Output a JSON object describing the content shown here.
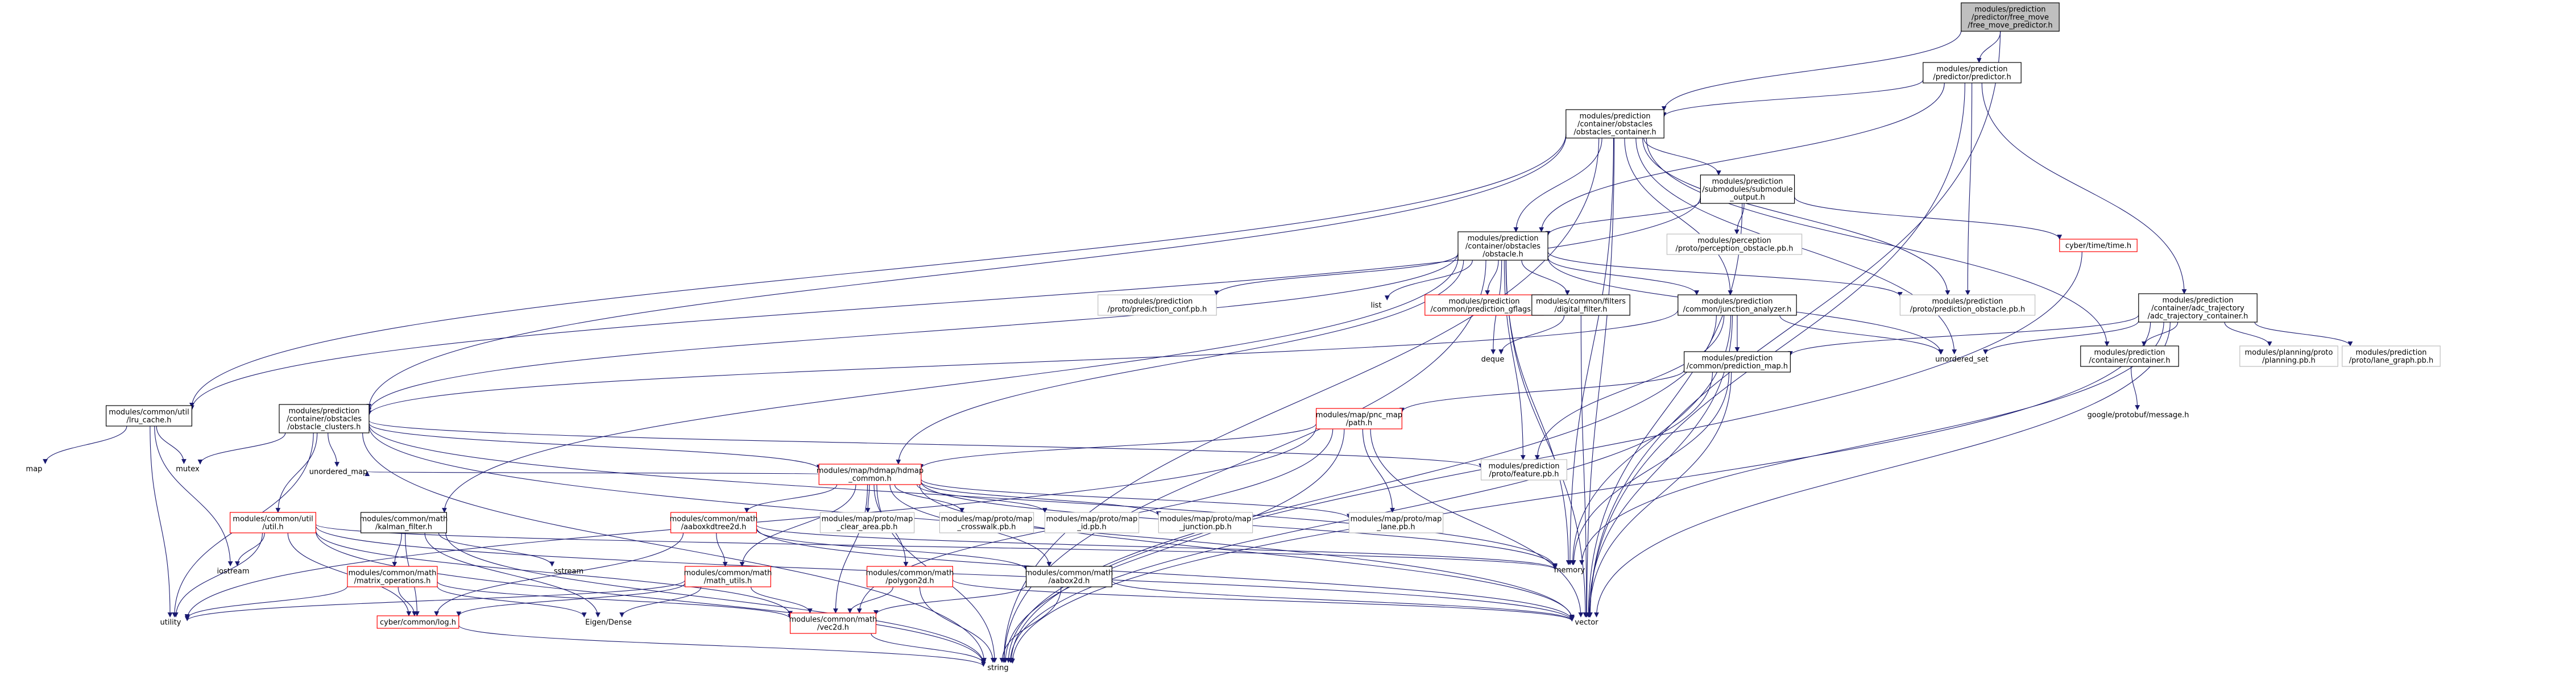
{
  "colors": {
    "edge": "#191970",
    "node_fill": "#ffffff",
    "node_border": "#000000",
    "root_fill": "#bfbfbf",
    "text": "#000000",
    "link_text": "#000000",
    "external_border": "#bfbfbf",
    "missing_border": "#ff0000"
  },
  "graph": {
    "nodes": [
      {
        "id": "free_move",
        "kind": "root",
        "lines": [
          "modules/prediction",
          "/predictor/free_move",
          "/free_move_predictor.h"
        ]
      },
      {
        "id": "predictor",
        "kind": "doc",
        "lines": [
          "modules/prediction",
          "/predictor/predictor.h"
        ]
      },
      {
        "id": "obstacles_container",
        "kind": "doc",
        "lines": [
          "modules/prediction",
          "/container/obstacles",
          "/obstacles_container.h"
        ]
      },
      {
        "id": "submodule_output",
        "kind": "doc",
        "lines": [
          "modules/prediction",
          "/submodules/submodule",
          "_output.h"
        ]
      },
      {
        "id": "obstacle",
        "kind": "doc",
        "lines": [
          "modules/prediction",
          "/container/obstacles",
          "/obstacle.h"
        ]
      },
      {
        "id": "adc_trajectory",
        "kind": "doc",
        "lines": [
          "modules/prediction",
          "/container/adc_trajectory",
          "/adc_trajectory_container.h"
        ]
      },
      {
        "id": "lru_cache",
        "kind": "doc",
        "lines": [
          "modules/common/util",
          "/lru_cache.h"
        ]
      },
      {
        "id": "obstacle_clusters",
        "kind": "doc",
        "lines": [
          "modules/prediction",
          "/container/obstacles",
          "/obstacle_clusters.h"
        ]
      },
      {
        "id": "perception_obstacle_pb",
        "kind": "ext",
        "lines": [
          "modules/perception",
          "/proto/perception_obstacle.pb.h"
        ]
      },
      {
        "id": "time_h",
        "kind": "missing",
        "lines": [
          "cyber/time/time.h"
        ]
      },
      {
        "id": "prediction_conf_pb",
        "kind": "ext",
        "lines": [
          "modules/prediction",
          "/proto/prediction_conf.pb.h"
        ]
      },
      {
        "id": "list",
        "kind": "ext",
        "lines": [
          "list"
        ]
      },
      {
        "id": "prediction_gflags",
        "kind": "missing",
        "lines": [
          "modules/prediction",
          "/common/prediction_gflags.h"
        ]
      },
      {
        "id": "digital_filter",
        "kind": "doc",
        "lines": [
          "modules/common/filters",
          "/digital_filter.h"
        ]
      },
      {
        "id": "junction_analyzer",
        "kind": "doc",
        "lines": [
          "modules/prediction",
          "/common/junction_analyzer.h"
        ]
      },
      {
        "id": "prediction_obstacle_pb",
        "kind": "ext",
        "lines": [
          "modules/prediction",
          "/proto/prediction_obstacle.pb.h"
        ]
      },
      {
        "id": "container_h",
        "kind": "doc",
        "lines": [
          "modules/prediction",
          "/container/container.h"
        ]
      },
      {
        "id": "planning_pb",
        "kind": "ext",
        "lines": [
          "modules/planning/proto",
          "/planning.pb.h"
        ]
      },
      {
        "id": "lane_graph_pb",
        "kind": "ext",
        "lines": [
          "modules/prediction",
          "/proto/lane_graph.pb.h"
        ]
      },
      {
        "id": "deque",
        "kind": "ext",
        "lines": [
          "deque"
        ]
      },
      {
        "id": "unordered_set",
        "kind": "ext",
        "lines": [
          "unordered_set"
        ]
      },
      {
        "id": "prediction_map",
        "kind": "doc",
        "lines": [
          "modules/prediction",
          "/common/prediction_map.h"
        ]
      },
      {
        "id": "message_h",
        "kind": "ext",
        "lines": [
          "google/protobuf/message.h"
        ]
      },
      {
        "id": "pnc_path",
        "kind": "missing",
        "lines": [
          "modules/map/pnc_map",
          "/path.h"
        ]
      },
      {
        "id": "map",
        "kind": "ext",
        "lines": [
          "map"
        ]
      },
      {
        "id": "mutex",
        "kind": "ext",
        "lines": [
          "mutex"
        ]
      },
      {
        "id": "unordered_map",
        "kind": "ext",
        "lines": [
          "unordered_map"
        ]
      },
      {
        "id": "feature_pb",
        "kind": "ext",
        "lines": [
          "modules/prediction",
          "/proto/feature.pb.h"
        ]
      },
      {
        "id": "hdmap_common",
        "kind": "missing",
        "lines": [
          "modules/map/hdmap/hdmap",
          "_common.h"
        ]
      },
      {
        "id": "util_h",
        "kind": "missing",
        "lines": [
          "modules/common/util",
          "/util.h"
        ]
      },
      {
        "id": "kalman_filter",
        "kind": "doc",
        "lines": [
          "modules/common/math",
          "/kalman_filter.h"
        ]
      },
      {
        "id": "aaboxkdtree2d",
        "kind": "missing",
        "lines": [
          "modules/common/math",
          "/aaboxkdtree2d.h"
        ]
      },
      {
        "id": "map_clear_area_pb",
        "kind": "ext",
        "lines": [
          "modules/map/proto/map",
          "_clear_area.pb.h"
        ]
      },
      {
        "id": "map_crosswalk_pb",
        "kind": "ext",
        "lines": [
          "modules/map/proto/map",
          "_crosswalk.pb.h"
        ]
      },
      {
        "id": "map_id_pb",
        "kind": "ext",
        "lines": [
          "modules/map/proto/map",
          "_id.pb.h"
        ]
      },
      {
        "id": "map_junction_pb",
        "kind": "ext",
        "lines": [
          "modules/map/proto/map",
          "_junction.pb.h"
        ]
      },
      {
        "id": "map_lane_pb",
        "kind": "ext",
        "lines": [
          "modules/map/proto/map",
          "_lane.pb.h"
        ]
      },
      {
        "id": "memory",
        "kind": "ext",
        "lines": [
          "memory"
        ]
      },
      {
        "id": "iostream",
        "kind": "ext",
        "lines": [
          "iostream"
        ]
      },
      {
        "id": "sstream",
        "kind": "ext",
        "lines": [
          "sstream"
        ]
      },
      {
        "id": "matrix_operations",
        "kind": "missing",
        "lines": [
          "modules/common/math",
          "/matrix_operations.h"
        ]
      },
      {
        "id": "math_utils",
        "kind": "missing",
        "lines": [
          "modules/common/math",
          "/math_utils.h"
        ]
      },
      {
        "id": "polygon2d",
        "kind": "missing",
        "lines": [
          "modules/common/math",
          "/polygon2d.h"
        ]
      },
      {
        "id": "aabox2d",
        "kind": "doc",
        "lines": [
          "modules/common/math",
          "/aabox2d.h"
        ]
      },
      {
        "id": "utility",
        "kind": "ext",
        "lines": [
          "utility"
        ]
      },
      {
        "id": "log_h",
        "kind": "missing",
        "lines": [
          "cyber/common/log.h"
        ]
      },
      {
        "id": "eigen_dense",
        "kind": "ext",
        "lines": [
          "Eigen/Dense"
        ]
      },
      {
        "id": "vec2d",
        "kind": "missing",
        "lines": [
          "modules/common/math",
          "/vec2d.h"
        ]
      },
      {
        "id": "vector",
        "kind": "ext",
        "lines": [
          "vector"
        ]
      },
      {
        "id": "string",
        "kind": "ext",
        "lines": [
          "string"
        ]
      }
    ],
    "edges": [
      [
        "free_move",
        "predictor"
      ],
      [
        "free_move",
        "obstacles_container"
      ],
      [
        "free_move",
        "vector"
      ],
      [
        "predictor",
        "obstacles_container"
      ],
      [
        "predictor",
        "obstacle"
      ],
      [
        "predictor",
        "adc_trajectory"
      ],
      [
        "predictor",
        "prediction_obstacle_pb"
      ],
      [
        "predictor",
        "vector"
      ],
      [
        "obstacles_container",
        "submodule_output"
      ],
      [
        "obstacles_container",
        "obstacle"
      ],
      [
        "obstacles_container",
        "lru_cache"
      ],
      [
        "obstacles_container",
        "obstacle_clusters"
      ],
      [
        "obstacles_container",
        "junction_analyzer"
      ],
      [
        "obstacles_container",
        "prediction_obstacle_pb"
      ],
      [
        "obstacles_container",
        "container_h"
      ],
      [
        "obstacles_container",
        "memory"
      ],
      [
        "obstacles_container",
        "vector"
      ],
      [
        "obstacles_container",
        "string"
      ],
      [
        "obstacles_container",
        "unordered_set"
      ],
      [
        "submodule_output",
        "obstacle"
      ],
      [
        "submodule_output",
        "perception_obstacle_pb"
      ],
      [
        "submodule_output",
        "time_h"
      ],
      [
        "submodule_output",
        "lru_cache"
      ],
      [
        "submodule_output",
        "vector"
      ],
      [
        "obstacle",
        "prediction_conf_pb"
      ],
      [
        "obstacle",
        "list"
      ],
      [
        "obstacle",
        "prediction_gflags"
      ],
      [
        "obstacle",
        "digital_filter"
      ],
      [
        "obstacle",
        "junction_analyzer"
      ],
      [
        "obstacle",
        "prediction_obstacle_pb"
      ],
      [
        "obstacle",
        "unordered_set"
      ],
      [
        "obstacle",
        "obstacle_clusters"
      ],
      [
        "obstacle",
        "kalman_filter"
      ],
      [
        "obstacle",
        "hdmap_common"
      ],
      [
        "obstacle",
        "feature_pb"
      ],
      [
        "obstacle",
        "deque"
      ],
      [
        "obstacle",
        "memory"
      ],
      [
        "obstacle",
        "vector"
      ],
      [
        "obstacle",
        "string"
      ],
      [
        "time_h",
        "string"
      ],
      [
        "adc_trajectory",
        "container_h"
      ],
      [
        "adc_trajectory",
        "planning_pb"
      ],
      [
        "adc_trajectory",
        "lane_graph_pb"
      ],
      [
        "adc_trajectory",
        "unordered_set"
      ],
      [
        "adc_trajectory",
        "prediction_map"
      ],
      [
        "adc_trajectory",
        "memory"
      ],
      [
        "adc_trajectory",
        "vector"
      ],
      [
        "adc_trajectory",
        "string"
      ],
      [
        "container_h",
        "message_h"
      ],
      [
        "digital_filter",
        "deque"
      ],
      [
        "digital_filter",
        "vector"
      ],
      [
        "junction_analyzer",
        "prediction_map"
      ],
      [
        "junction_analyzer",
        "feature_pb"
      ],
      [
        "junction_analyzer",
        "obstacle_clusters"
      ],
      [
        "junction_analyzer",
        "memory"
      ],
      [
        "junction_analyzer",
        "vector"
      ],
      [
        "junction_analyzer",
        "string"
      ],
      [
        "junction_analyzer",
        "unordered_set"
      ],
      [
        "prediction_map",
        "pnc_path"
      ],
      [
        "prediction_map",
        "memory"
      ],
      [
        "prediction_map",
        "vector"
      ],
      [
        "prediction_map",
        "string"
      ],
      [
        "pnc_path",
        "hdmap_common"
      ],
      [
        "pnc_path",
        "map_lane_pb"
      ],
      [
        "pnc_path",
        "utility"
      ],
      [
        "pnc_path",
        "vec2d"
      ],
      [
        "pnc_path",
        "vector"
      ],
      [
        "pnc_path",
        "string"
      ],
      [
        "lru_cache",
        "map"
      ],
      [
        "lru_cache",
        "mutex"
      ],
      [
        "lru_cache",
        "utility"
      ],
      [
        "lru_cache",
        "iostream"
      ],
      [
        "obstacle_clusters",
        "mutex"
      ],
      [
        "obstacle_clusters",
        "unordered_map"
      ],
      [
        "obstacle_clusters",
        "feature_pb"
      ],
      [
        "obstacle_clusters",
        "hdmap_common"
      ],
      [
        "obstacle_clusters",
        "util_h"
      ],
      [
        "obstacle_clusters",
        "memory"
      ],
      [
        "obstacle_clusters",
        "vector"
      ],
      [
        "obstacle_clusters",
        "string"
      ],
      [
        "obstacle_clusters",
        "utility"
      ],
      [
        "hdmap_common",
        "aaboxkdtree2d"
      ],
      [
        "hdmap_common",
        "map_clear_area_pb"
      ],
      [
        "hdmap_common",
        "map_crosswalk_pb"
      ],
      [
        "hdmap_common",
        "map_id_pb"
      ],
      [
        "hdmap_common",
        "map_junction_pb"
      ],
      [
        "hdmap_common",
        "map_lane_pb"
      ],
      [
        "hdmap_common",
        "math_utils"
      ],
      [
        "hdmap_common",
        "polygon2d"
      ],
      [
        "hdmap_common",
        "aabox2d"
      ],
      [
        "hdmap_common",
        "vec2d"
      ],
      [
        "hdmap_common",
        "memory"
      ],
      [
        "hdmap_common",
        "vector"
      ],
      [
        "hdmap_common",
        "string"
      ],
      [
        "hdmap_common",
        "unordered_map"
      ],
      [
        "util_h",
        "iostream"
      ],
      [
        "util_h",
        "utility"
      ],
      [
        "util_h",
        "log_h"
      ],
      [
        "util_h",
        "vec2d"
      ],
      [
        "util_h",
        "memory"
      ],
      [
        "util_h",
        "vector"
      ],
      [
        "util_h",
        "string"
      ],
      [
        "kalman_filter",
        "matrix_operations"
      ],
      [
        "kalman_filter",
        "sstream"
      ],
      [
        "kalman_filter",
        "eigen_dense"
      ],
      [
        "kalman_filter",
        "log_h"
      ],
      [
        "kalman_filter",
        "string"
      ],
      [
        "aaboxkdtree2d",
        "math_utils"
      ],
      [
        "aaboxkdtree2d",
        "aabox2d"
      ],
      [
        "aaboxkdtree2d",
        "log_h"
      ],
      [
        "aaboxkdtree2d",
        "memory"
      ],
      [
        "aaboxkdtree2d",
        "vector"
      ],
      [
        "matrix_operations",
        "log_h"
      ],
      [
        "matrix_operations",
        "eigen_dense"
      ],
      [
        "matrix_operations",
        "vec2d"
      ],
      [
        "matrix_operations",
        "utility"
      ],
      [
        "math_utils",
        "vec2d"
      ],
      [
        "math_utils",
        "eigen_dense"
      ],
      [
        "math_utils",
        "utility"
      ],
      [
        "math_utils",
        "log_h"
      ],
      [
        "polygon2d",
        "vec2d"
      ],
      [
        "polygon2d",
        "vector"
      ],
      [
        "polygon2d",
        "string"
      ],
      [
        "aabox2d",
        "vec2d"
      ],
      [
        "aabox2d",
        "vector"
      ],
      [
        "aabox2d",
        "string"
      ],
      [
        "log_h",
        "string"
      ],
      [
        "vec2d",
        "string"
      ]
    ]
  }
}
